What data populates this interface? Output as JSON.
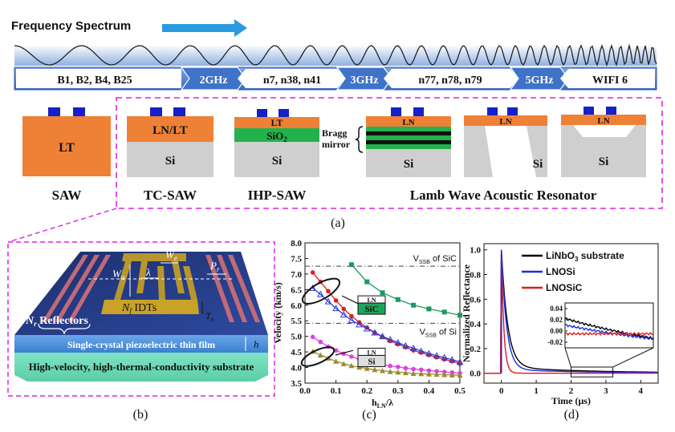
{
  "spectrum": {
    "title": "Frequency Spectrum",
    "bands": [
      "B1, B2, B4, B25",
      "n7, n38, n41",
      "n77, n78, n79",
      "WIFI 6"
    ],
    "markers": [
      "2GHz",
      "3GHz",
      "5GHz"
    ]
  },
  "devices": {
    "saw": {
      "substrate": "LT",
      "caption": "SAW"
    },
    "tc_saw": {
      "film": "LN/LT",
      "substrate": "Si",
      "caption": "TC-SAW"
    },
    "ihp_saw": {
      "film": "LT",
      "oxide": "SiO",
      "oxide_sub": "2",
      "substrate": "Si",
      "caption": "IHP-SAW"
    },
    "lamb": {
      "caption": "Lamb Wave Acoustic Resonator",
      "bragg_label_1": "Bragg",
      "bragg_label_2": "mirror",
      "film": "LN",
      "substrate": "Si"
    }
  },
  "labels": {
    "a": "(a)",
    "b": "(b)",
    "c": "(c)",
    "d": "(d)"
  },
  "panel_b": {
    "reflectors": "N",
    "reflectors_sub": "r",
    "reflectors_word": " Reflectors",
    "idts": "N",
    "idts_sub": "f",
    "idts_word": " IDTs",
    "we": "W",
    "we_sub": "e",
    "wa": "W",
    "wa_sub": "a",
    "lambda": "λ",
    "pr": "P",
    "pr_sub": "r",
    "te": "T",
    "te_sub": "e",
    "h": "h",
    "film_text": "Single-crystal piezoelectric thin film",
    "substrate_text": "High-velocity, high-thermal-conductivity substrate"
  },
  "chart_data": [
    {
      "type": "line",
      "xlabel": "h",
      "xlabel_sub": "LN",
      "xlabel_tail": "/λ",
      "ylabel": "Velocity (km/s)",
      "xlim": [
        0,
        0.5
      ],
      "ylim": [
        3.5,
        8.0
      ],
      "x_ticks": [
        "0.0",
        "0.1",
        "0.2",
        "0.3",
        "0.4",
        "0.5"
      ],
      "y_ticks": [
        "3.5",
        "4.0",
        "4.5",
        "5.0",
        "5.5",
        "6.0",
        "6.5",
        "7.0",
        "7.5",
        "8.0"
      ],
      "ref_lines": [
        {
          "y": 7.25,
          "label": "V",
          "sub": "SSB",
          "tail": " of SiC"
        },
        {
          "y": 5.42,
          "label": "V",
          "sub": "SSB",
          "tail": " of Si"
        }
      ],
      "insets": [
        {
          "top": "LN",
          "bottom": "SiC",
          "bottom_color": "#1fa35a"
        },
        {
          "top": "LN",
          "bottom": "Si",
          "bottom_color": "#dedede"
        }
      ],
      "series": [
        {
          "color": "#1a9a5f",
          "marker": "square",
          "x": [
            0.15,
            0.2,
            0.25,
            0.3,
            0.35,
            0.4,
            0.45,
            0.5
          ],
          "y": [
            7.3,
            6.75,
            6.4,
            6.18,
            6.0,
            5.88,
            5.78,
            5.68
          ]
        },
        {
          "color": "#e02020",
          "marker": "circle",
          "x": [
            0.025,
            0.05,
            0.075,
            0.1,
            0.125,
            0.15,
            0.175,
            0.2,
            0.225,
            0.25,
            0.275,
            0.3,
            0.325,
            0.35,
            0.375,
            0.4,
            0.425,
            0.45,
            0.475,
            0.5
          ],
          "y": [
            7.05,
            6.75,
            6.45,
            6.15,
            5.88,
            5.65,
            5.45,
            5.28,
            5.12,
            4.98,
            4.85,
            4.75,
            4.65,
            4.55,
            4.48,
            4.4,
            4.33,
            4.26,
            4.2,
            4.12
          ]
        },
        {
          "color": "#2a3bd6",
          "marker": "triangle-open",
          "x": [
            0.025,
            0.05,
            0.075,
            0.1,
            0.125,
            0.15,
            0.175,
            0.2,
            0.225,
            0.25,
            0.275,
            0.3,
            0.325,
            0.35,
            0.375,
            0.4,
            0.425,
            0.45,
            0.475,
            0.5
          ],
          "y": [
            6.55,
            6.35,
            6.12,
            5.9,
            5.7,
            5.52,
            5.38,
            5.25,
            5.12,
            5.0,
            4.9,
            4.8,
            4.7,
            4.62,
            4.53,
            4.45,
            4.38,
            4.32,
            4.25,
            4.18
          ]
        },
        {
          "color": "#e040e0",
          "marker": "circle",
          "x": [
            0.025,
            0.05,
            0.075,
            0.1,
            0.125,
            0.15,
            0.175,
            0.2,
            0.225,
            0.25,
            0.275,
            0.3,
            0.325,
            0.35,
            0.375,
            0.4,
            0.425,
            0.45,
            0.475,
            0.5
          ],
          "y": [
            4.98,
            4.82,
            4.67,
            4.55,
            4.44,
            4.35,
            4.27,
            4.2,
            4.15,
            4.1,
            4.05,
            4.02,
            3.98,
            3.95,
            3.93,
            3.9,
            3.88,
            3.86,
            3.84,
            3.82
          ]
        },
        {
          "color": "#9a8a30",
          "marker": "triangle",
          "x": [
            0.025,
            0.05,
            0.075,
            0.1,
            0.125,
            0.15,
            0.175,
            0.2,
            0.225,
            0.25,
            0.275,
            0.3,
            0.325,
            0.35,
            0.375,
            0.4,
            0.425,
            0.45,
            0.475,
            0.5
          ],
          "y": [
            4.52,
            4.4,
            4.3,
            4.2,
            4.12,
            4.06,
            4.01,
            3.97,
            3.93,
            3.9,
            3.87,
            3.85,
            3.83,
            3.81,
            3.8,
            3.79,
            3.78,
            3.77,
            3.76,
            3.75
          ]
        }
      ]
    },
    {
      "type": "line",
      "xlabel": "Time (μs)",
      "ylabel": "Normalized Reflectance",
      "xlim": [
        -0.5,
        4.5
      ],
      "ylim": [
        -0.08,
        1.05
      ],
      "x_ticks": [
        "0",
        "1",
        "2",
        "3",
        "4"
      ],
      "y_ticks": [
        "0.0",
        "0.2",
        "0.4",
        "0.6",
        "0.8",
        "1.0"
      ],
      "legend_position": "top-right",
      "legend": [
        {
          "name": "LiNbO",
          "sub": "3",
          "tail": " substrate",
          "color": "#000000"
        },
        {
          "name": "LNOSi",
          "sub": "",
          "tail": "",
          "color": "#1a2fe0"
        },
        {
          "name": "LNOSiC",
          "sub": "",
          "tail": "",
          "color": "#e01b1b"
        }
      ],
      "inset": {
        "y_ticks": [
          "0.04",
          "0.02",
          "0.00",
          "-0.02"
        ],
        "ylim": [
          -0.03,
          0.05
        ],
        "xlim": [
          2.0,
          4.5
        ]
      },
      "series": [
        {
          "name": "LiNbO3 substrate",
          "color": "#000000",
          "tau": 0.18,
          "offset": 0.05,
          "drift": 0.007
        },
        {
          "name": "LNOSi",
          "color": "#1a2fe0",
          "tau": 0.15,
          "offset": 0.03,
          "drift": 0.006
        },
        {
          "name": "LNOSiC",
          "color": "#e01b1b",
          "tau": 0.07,
          "offset": 0.0,
          "drift": 0.0
        }
      ]
    }
  ]
}
